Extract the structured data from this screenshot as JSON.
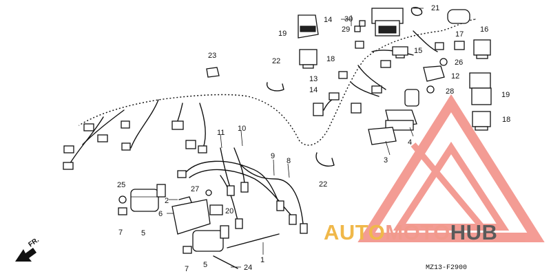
{
  "diagram": {
    "callouts": [
      "1",
      "2",
      "3",
      "4",
      "5",
      "5",
      "6",
      "7",
      "7",
      "8",
      "9",
      "10",
      "11",
      "12",
      "13",
      "14",
      "14",
      "15",
      "16",
      "17",
      "18",
      "18",
      "19",
      "19",
      "20",
      "21",
      "22",
      "22",
      "23",
      "24",
      "25",
      "26",
      "27",
      "28",
      "29",
      "30"
    ],
    "code": "MZ13-F2900",
    "direction": "FR."
  },
  "watermark": {
    "auto": "AUTO",
    "moto": "MOTO",
    "hub": "HUB",
    "colors": {
      "auto": "#f0b84a",
      "moto": "#f19a8c",
      "hub": "#5a5a5a",
      "triangle": "#f28b82"
    }
  }
}
